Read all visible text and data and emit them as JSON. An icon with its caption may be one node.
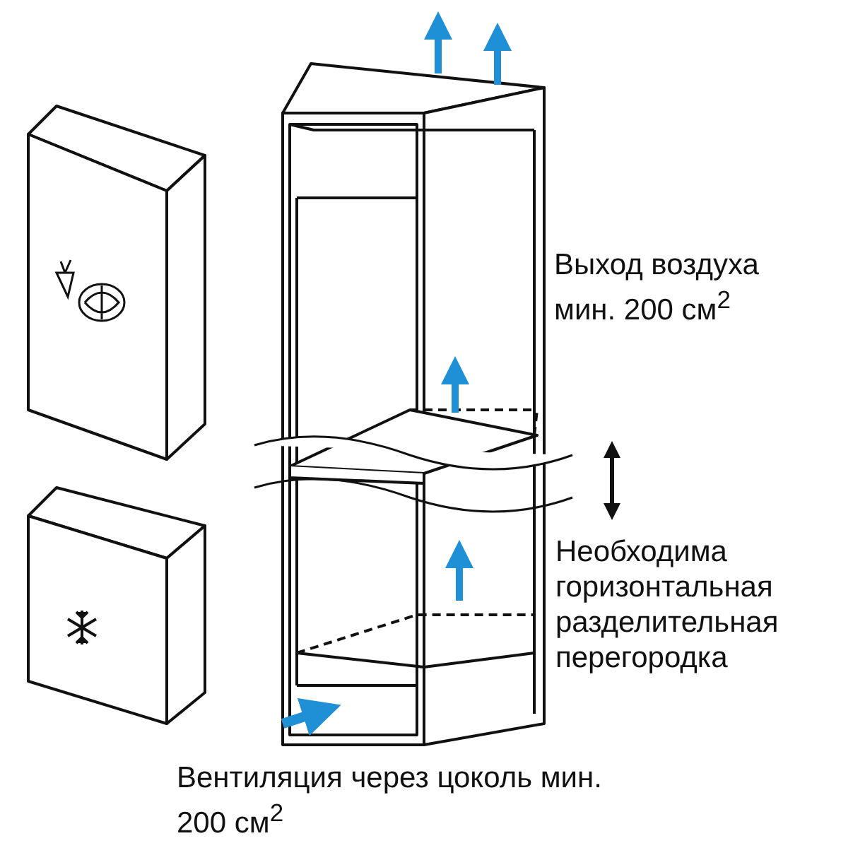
{
  "diagram": {
    "labels": [
      "Выход воздуха мин. 200 см$^{2}$",
      "Необходима горизонтальная разделительная перегородка",
      "Вентиляция через цоколь мин. 200 см$^{2}$"
    ]
  }
}
